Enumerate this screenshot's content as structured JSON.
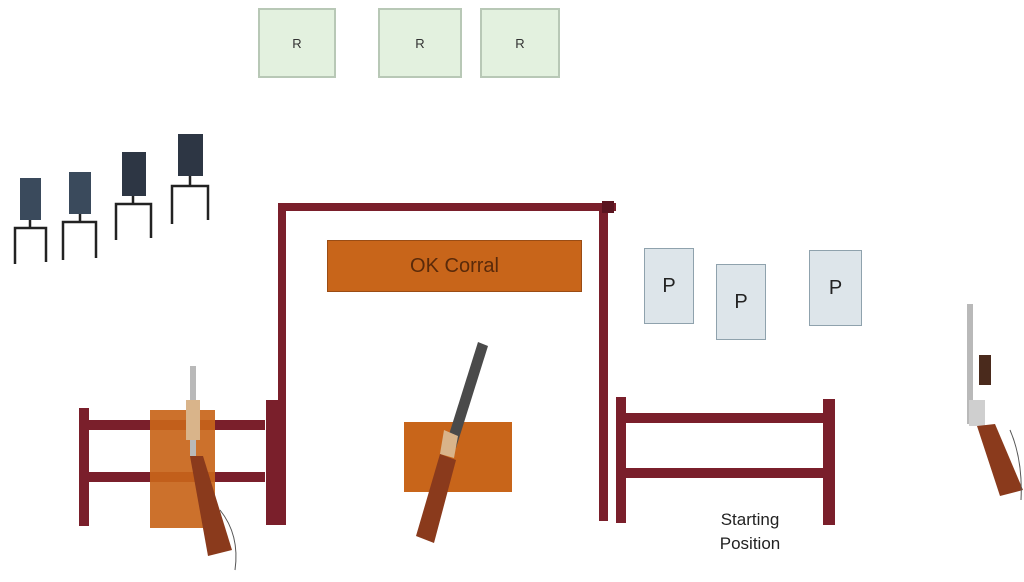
{
  "reactive_targets": {
    "label": "R",
    "count": 3
  },
  "popper_targets": {
    "label": "P",
    "count": 3
  },
  "steel_plates": {
    "count": 4
  },
  "sign": {
    "label": "OK Corral"
  },
  "starting_position": {
    "line1": "Starting",
    "line2": "Position"
  },
  "colors": {
    "frame": "#7a1f2b",
    "plate": "#3a4a5c",
    "table": "#c8651a",
    "reactive_target": "#e3f1df",
    "popper_target": "#dde5ea"
  },
  "icons": [
    "rifle-icon",
    "shotgun-icon",
    "rifle-icon"
  ]
}
